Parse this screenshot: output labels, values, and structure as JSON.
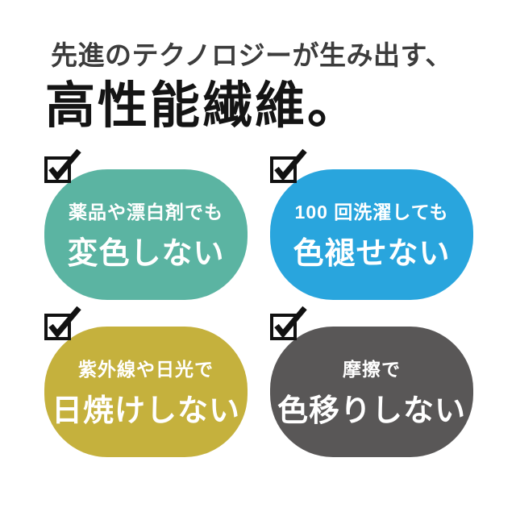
{
  "header": {
    "subtitle": "先進のテクノロジーが生み出す、",
    "title": "高性能繊維。"
  },
  "features": [
    {
      "line1": "薬品や漂白剤でも",
      "line2": "変色しない",
      "color": "#5bb4a2"
    },
    {
      "line1": "100 回洗濯しても",
      "line2": "色褪せない",
      "color": "#29a5dd"
    },
    {
      "line1": "紫外線や日光で",
      "line2": "日焼けしない",
      "color": "#c5b13d"
    },
    {
      "line1": "摩擦で",
      "line2": "色移りしない",
      "color": "#595757"
    }
  ],
  "icons": {
    "checkmark": "checkmark-icon"
  },
  "colors": {
    "background": "#ffffff",
    "heading_text": "#141414",
    "subheading_text": "#3c3c3c",
    "check_stroke": "#111111"
  }
}
